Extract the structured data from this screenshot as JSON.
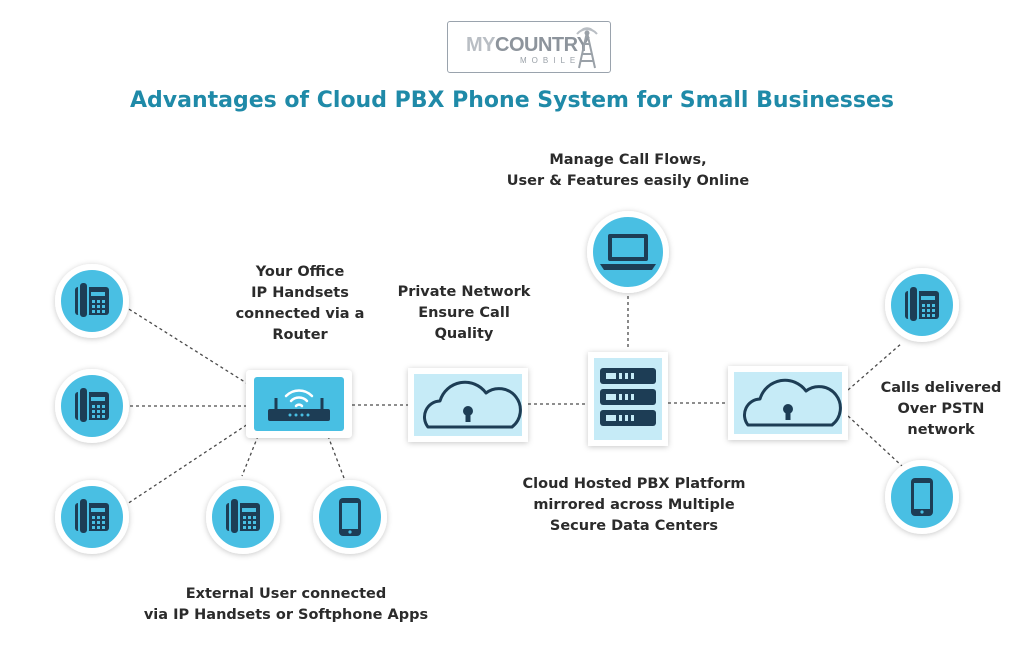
{
  "logo": {
    "main_a": "MY",
    "main_b": "COUNTRY",
    "sub": "MOBILE"
  },
  "title": "Advantages of Cloud PBX Phone System for Small Businesses",
  "labels": {
    "office": "Your Office\nIP Handsets\nconnected via a\nRouter",
    "private_network": "Private Network\nEnsure Call\nQuality",
    "manage": "Manage Call Flows,\nUser & Features easily Online",
    "platform": "Cloud Hosted PBX Platform\nmirrored across Multiple\nSecure Data Centers",
    "pstn": "Calls delivered\nOver PSTN\nnetwork",
    "external": "External User connected\nvia IP Handsets or Softphone Apps"
  },
  "colors": {
    "title": "#1f8aa8",
    "circle": "#48bfe3",
    "icon": "#1d3d55",
    "panel": "#c6ebf7",
    "dash": "#4a4a4a"
  }
}
